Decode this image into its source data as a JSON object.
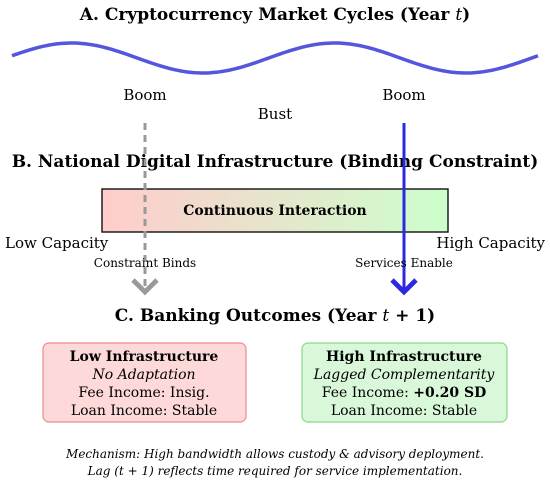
{
  "section_a": {
    "title_prefix": "A. Cryptocurrency Market Cycles (Year ",
    "title_var": "t",
    "title_suffix": ")",
    "labels": [
      "Boom",
      "Bust",
      "Boom"
    ]
  },
  "section_b": {
    "title": "B. National Digital Infrastructure (Binding Constraint)",
    "bar_label": "Continuous Interaction",
    "low_label": "Low Capacity",
    "high_label": "High Capacity",
    "left_arrow_label": "Constraint Binds",
    "right_arrow_label": "Services Enable"
  },
  "section_c": {
    "title_prefix": "C. Banking Outcomes (Year ",
    "title_var": "t",
    "title_suffix": " + 1)",
    "low_box": {
      "title": "Low Infrastructure",
      "subtitle": "No Adaptation",
      "line1": "Fee Income: Insig.",
      "line2": "Loan Income: Stable"
    },
    "high_box": {
      "title": "High Infrastructure",
      "subtitle": "Lagged Complementarity",
      "line1_prefix": "Fee Income: ",
      "line1_value": "+0.20 SD",
      "line2": "Loan Income: Stable"
    }
  },
  "mechanism": {
    "line1": "Mechanism: High bandwidth allows custody & advisory deployment.",
    "line2": "Lag (t + 1) reflects time required for service implementation."
  },
  "colors": {
    "wave": "#5555dd",
    "blue_arrow": "#2a2ae0",
    "gray_arrow": "#999999",
    "bar_left": "#ffcccc",
    "bar_right": "#ccffcc",
    "low_box_fill": "#fdd9d9",
    "low_box_stroke": "#f08a8a",
    "high_box_fill": "#d9f7d9",
    "high_box_stroke": "#8ad88a"
  }
}
